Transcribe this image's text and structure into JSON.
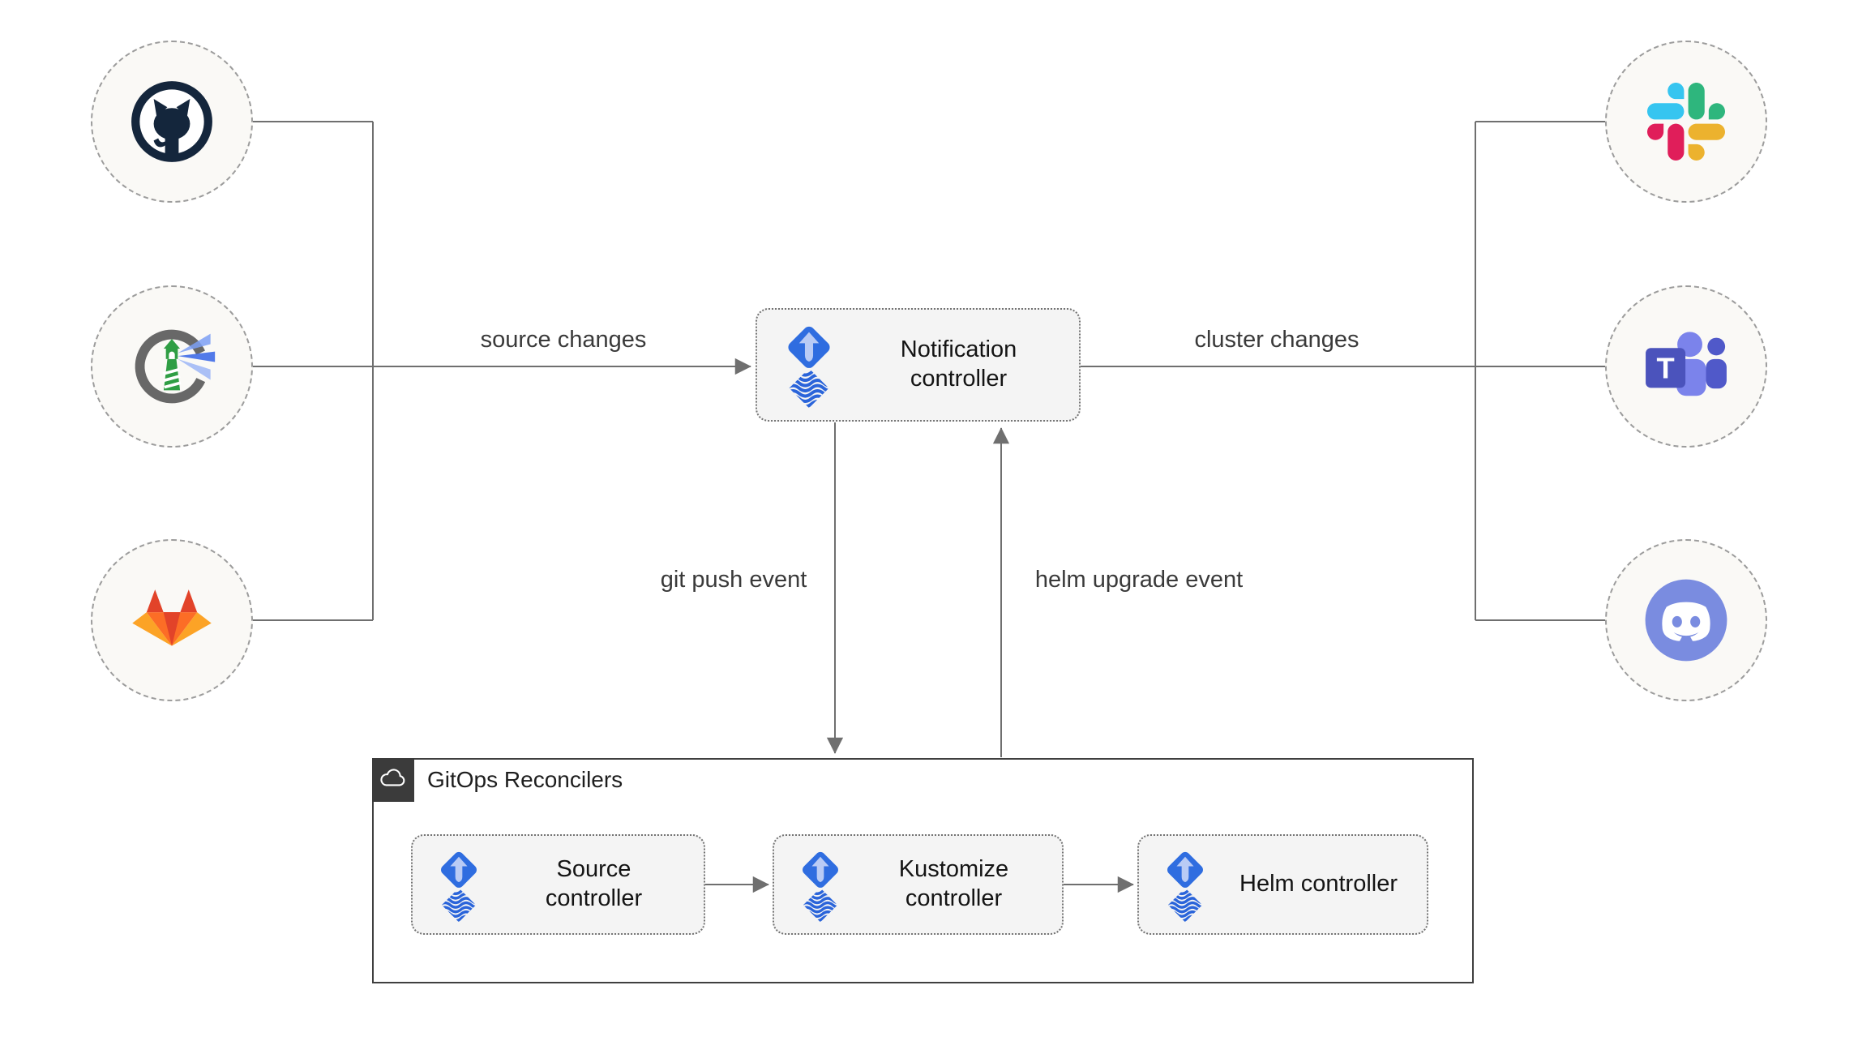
{
  "edge_labels": {
    "source_changes": "source changes",
    "cluster_changes": "cluster changes",
    "git_push_event": "git push event",
    "helm_upgrade_event": "helm upgrade event"
  },
  "boxes": {
    "notification": "Notification controller",
    "source": "Source controller",
    "kustomize": "Kustomize controller",
    "helm": "Helm controller"
  },
  "container": {
    "title": "GitOps Reconcilers"
  },
  "icons": {
    "left_nodes": [
      "github-icon",
      "harbor-icon",
      "gitlab-icon"
    ],
    "right_nodes": [
      "slack-icon",
      "teams-icon",
      "discord-icon"
    ],
    "box_icon": "flux-icon",
    "container_icon": "cloud-icon",
    "teams_letter": "T"
  },
  "colors": {
    "flux_blue": "#2f6de0",
    "flux_arrow": "#b9cbf5",
    "flux_waves": "#2a64da",
    "line_gray": "#6f6f6f",
    "box_background": "#f4f4f4",
    "circle_background": "#faf9f6",
    "container_border": "#3f3f3f",
    "github_navy": "#14263c",
    "gitlab_red": "#e24329",
    "gitlab_orange": "#fc6d26",
    "gitlab_yellow": "#fca326",
    "slack_blue": "#36C5F0",
    "slack_green": "#2EB67D",
    "slack_yellow": "#ECB22E",
    "slack_pink": "#E01E5A",
    "teams_purple": "#4b53bc",
    "discord_blurple": "#7a8ce0",
    "harbor_green": "#2f9e44"
  }
}
